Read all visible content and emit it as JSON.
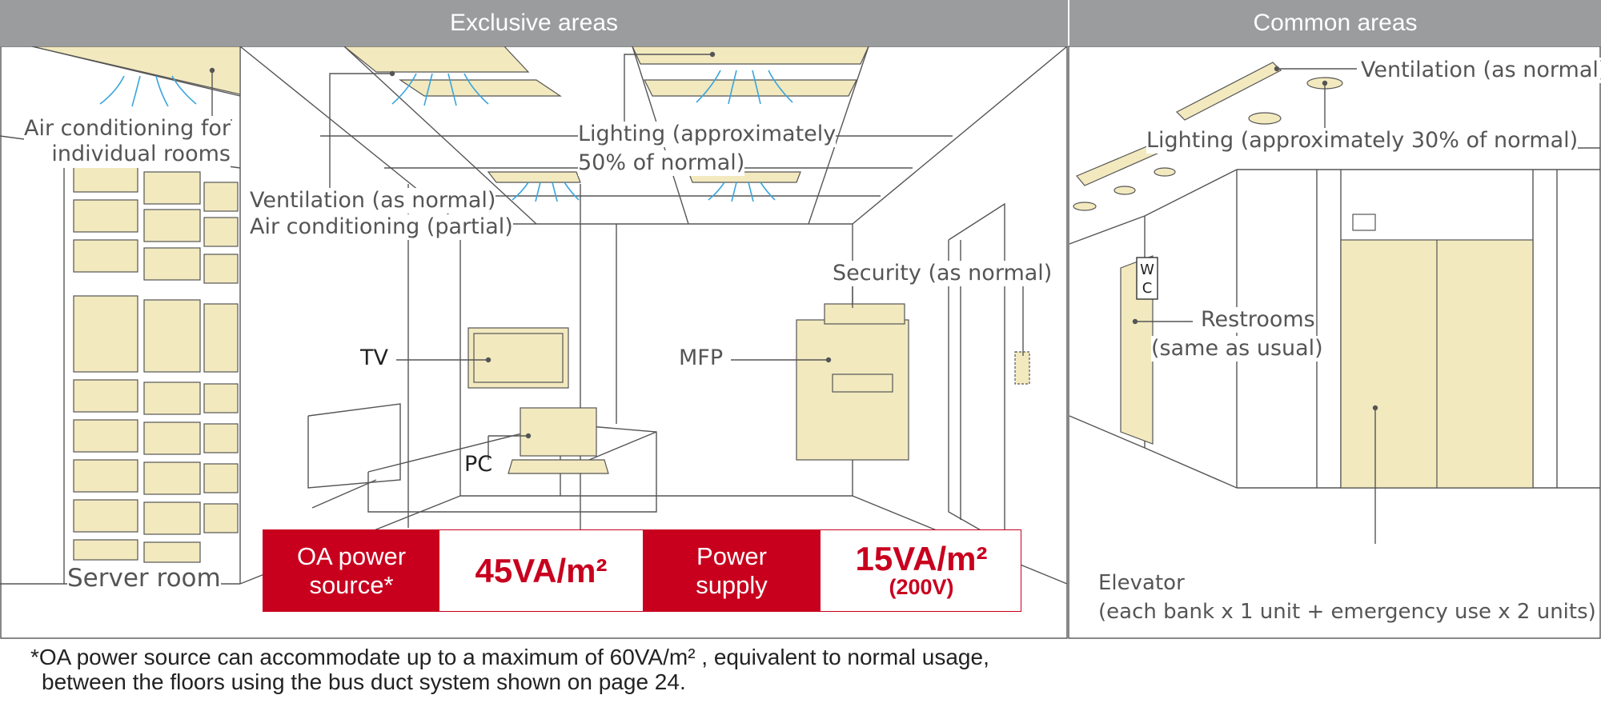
{
  "headers": {
    "exclusive": "Exclusive areas",
    "common": "Common areas"
  },
  "labels": {
    "ac_individual": "Air conditioning for\nindividual rooms",
    "server_room": "Server room",
    "ventilation_normal_ex": "Ventilation (as normal)",
    "ac_partial": "Air conditioning (partial)",
    "lighting_50_line1": "Lighting (approximately",
    "lighting_50_line2": "50% of normal)",
    "security": "Security (as normal)",
    "tv": "TV",
    "pc": "PC",
    "mfp": "MFP",
    "ventilation_normal_co": "Ventilation (as normal)",
    "lighting_30": "Lighting (approximately 30% of normal)",
    "restrooms_line1": "Restrooms",
    "restrooms_line2": "(same as usual)",
    "wc_w": "W",
    "wc_c": "C",
    "elevator_line1": "Elevator",
    "elevator_line2": "(each bank x 1 unit + emergency use x 2 units)"
  },
  "power": {
    "oa_label": "OA power\nsource*",
    "oa_value": "45VA/m²",
    "supply_label": "Power\nsupply",
    "supply_value": "15VA/m²",
    "supply_voltage": "(200V)"
  },
  "footnote": {
    "line1": "*OA power source can accommodate up to a maximum of 60VA/m² , equivalent to normal usage,",
    "line2": "between the floors using the bus duct system shown on page 24."
  },
  "colors": {
    "header": "#9a9c9e",
    "accent_red": "#c8001e",
    "cream": "#f2e9bf",
    "line": "#555555",
    "airflow": "#3aa6dd"
  }
}
